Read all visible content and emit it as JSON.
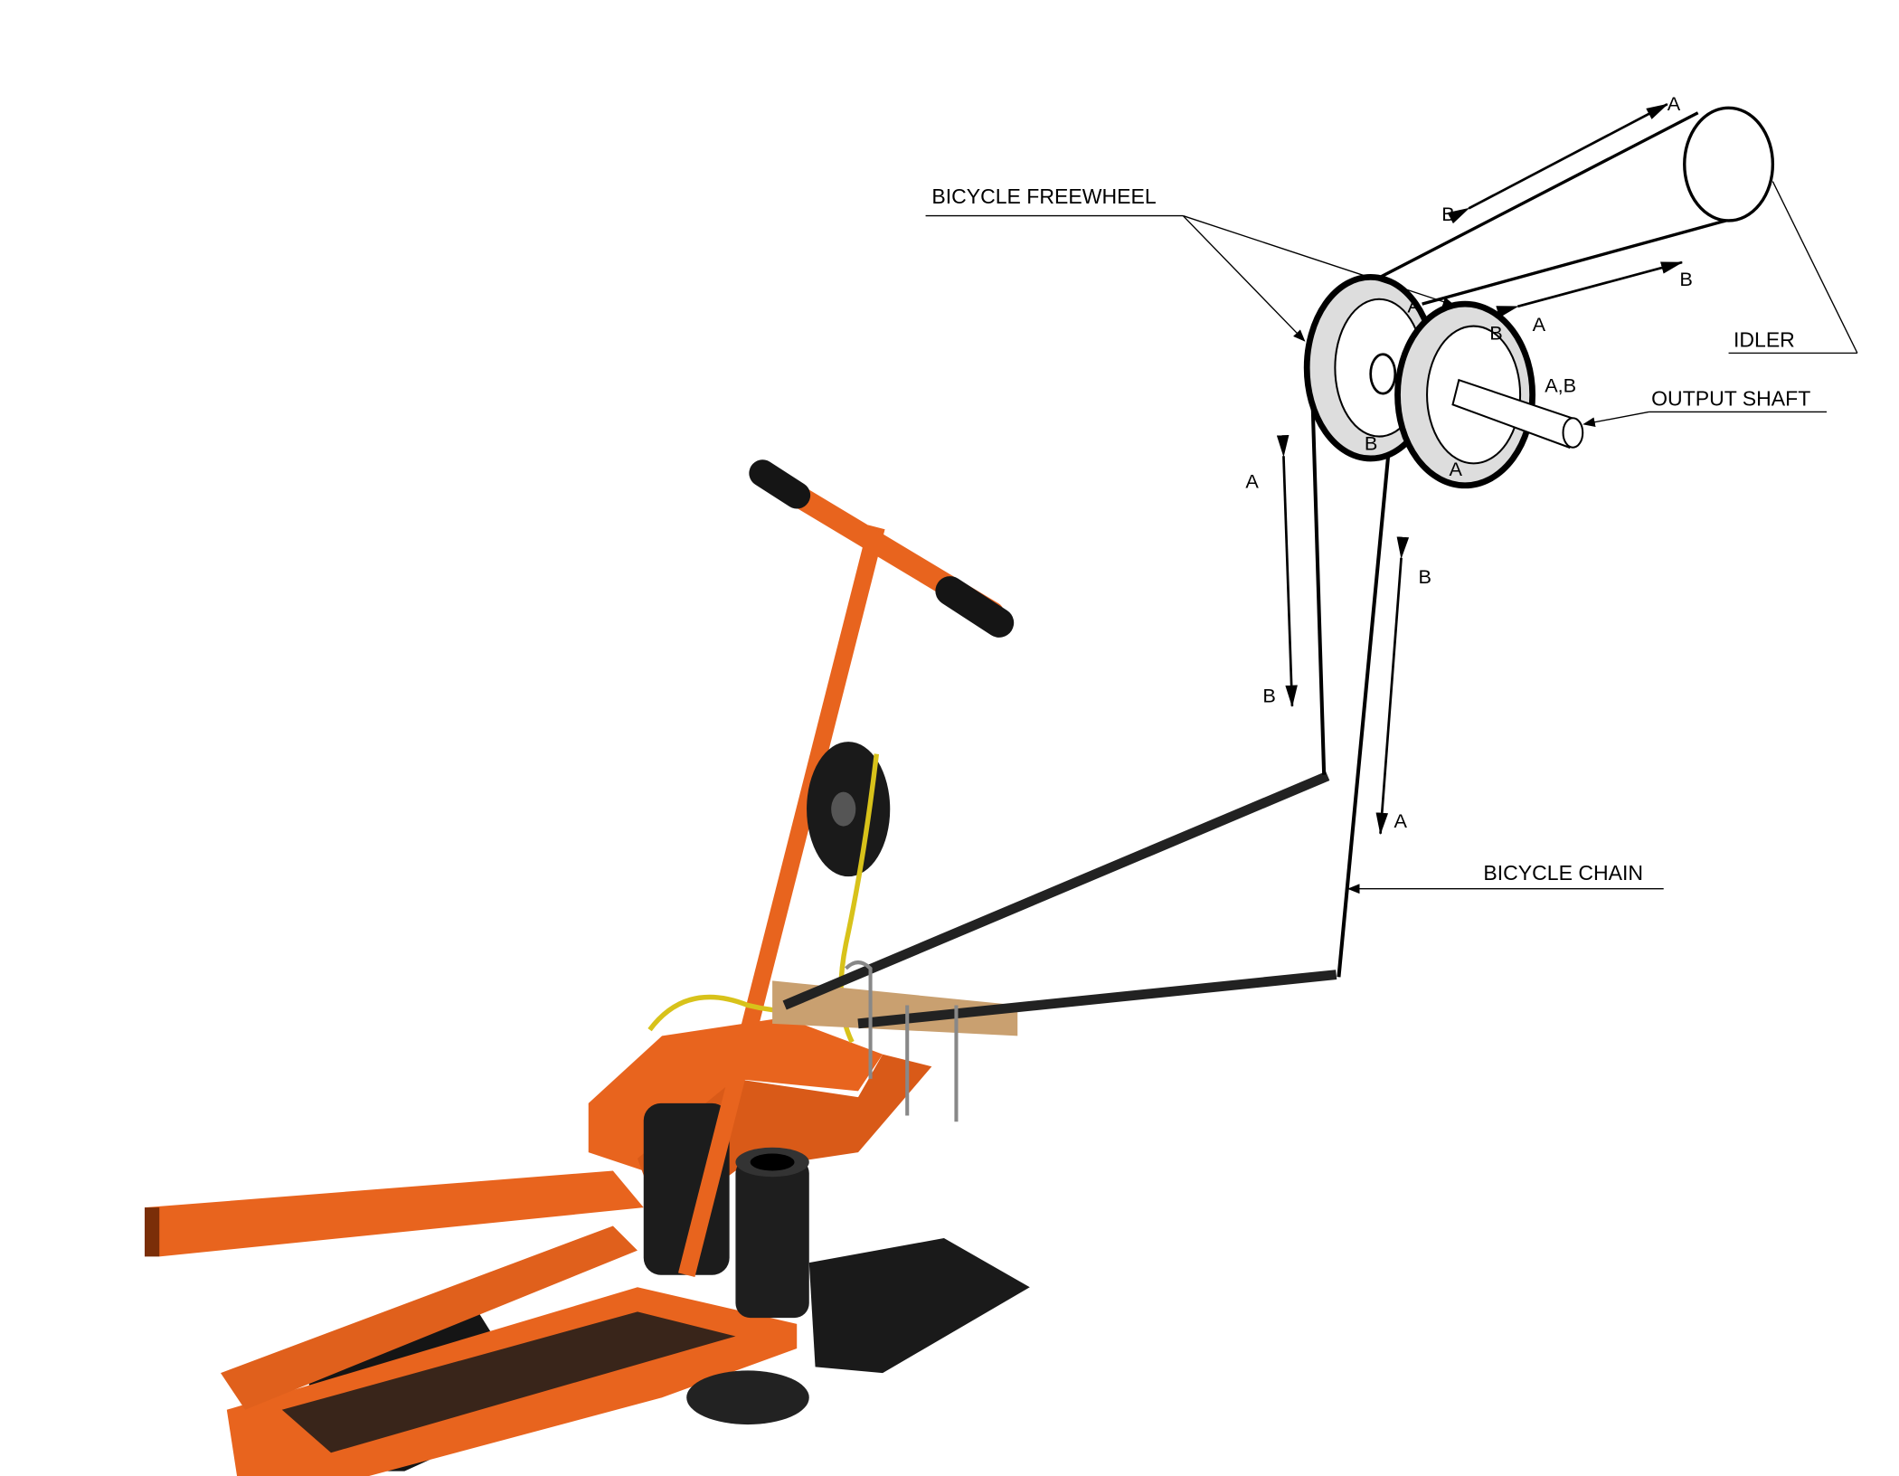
{
  "labels": {
    "freewheel": "BICYCLE FREEWHEEL",
    "idler": "IDLER",
    "output_shaft": "OUTPUT SHAFT",
    "chain": "BICYCLE CHAIN"
  },
  "direction_letters": {
    "idler_top": "A",
    "belt_top": "B",
    "belt_low_right": "B",
    "belt_low_left": "A",
    "fw1_top": "A",
    "fw2_top": "B",
    "fw1_bottom": "B",
    "fw2_bottom": "A",
    "shaft": "A,B",
    "left_chain_top": "A",
    "left_chain_bottom": "B",
    "right_chain_top": "B",
    "right_chain_bottom": "A"
  },
  "colors": {
    "frame": "#e8641e",
    "frame_dark": "#b94a10",
    "rubber": "#161616",
    "rope": "#d8c21a"
  }
}
